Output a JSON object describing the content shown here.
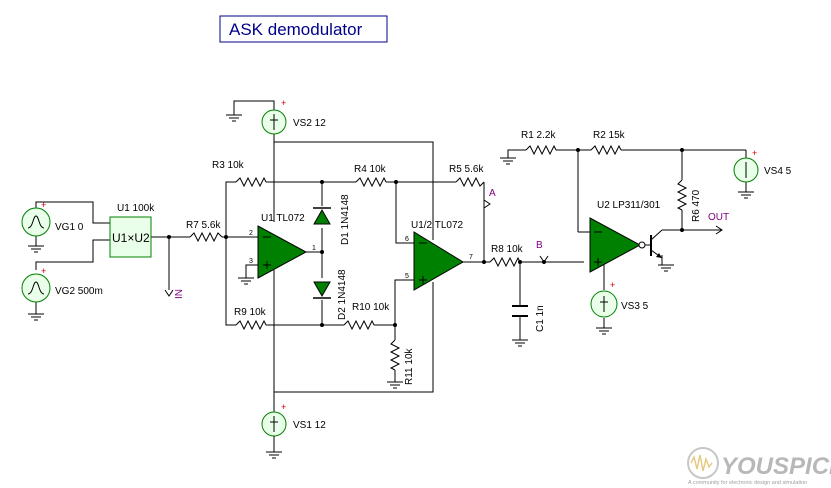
{
  "title": "ASK demodulator",
  "labels": {
    "vs2": "VS2 12",
    "vs1": "VS1 12",
    "vs4": "VS4 5",
    "vs3": "VS3 5",
    "vg1": "VG1 0",
    "vg2": "VG2 500m",
    "mult": "U1 100k",
    "mult_text": "U1×U2",
    "r7": "R7 5.6k",
    "r3": "R3 10k",
    "r4": "R4 10k",
    "r5": "R5 5.6k",
    "r9": "R9 10k",
    "r10": "R10 10k",
    "r11": "R11 10k",
    "r8": "R8 10k",
    "r1": "R1 2.2k",
    "r2": "R2 15k",
    "r6": "R6 470",
    "c1": "C1 1n",
    "u1": "U1 TL072",
    "u1b": "U1/2 TL072",
    "u2": "U2 LP311/301",
    "d1": "D1 1N4148",
    "d2": "D2 1N4148",
    "net_in": "IN",
    "net_a": "A",
    "net_b": "B",
    "net_out": "OUT",
    "pin2": "2",
    "pin3": "3",
    "pin1": "1",
    "pin6": "6",
    "pin5": "5",
    "pin7": "7",
    "plus": "+"
  },
  "watermark": {
    "brand": "YOUSPICE",
    "tagline": "A community for electronic design and simulation"
  },
  "colors": {
    "wire": "#000000",
    "title": "#00008b",
    "net_label": "#800080",
    "component_fill": "#008000",
    "source_fill": "#eaffea"
  }
}
